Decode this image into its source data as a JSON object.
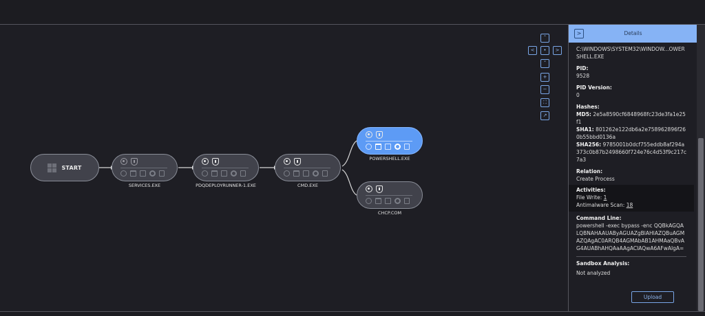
{
  "graph": {
    "start_label": "START",
    "nodes": [
      {
        "id": "services",
        "label": "SERVICES.EXE"
      },
      {
        "id": "pdq",
        "label": "PDQDEPLOYRUNNER-1.EXE"
      },
      {
        "id": "cmd",
        "label": "CMD.EXE"
      },
      {
        "id": "powershell",
        "label": "POWERSHELL.EXE"
      },
      {
        "id": "chcp",
        "label": "CHCP.COM"
      }
    ]
  },
  "controls": {
    "up": "˄",
    "left": "<",
    "center": "•",
    "right": ">",
    "down": "˅",
    "zoom_in": "+",
    "zoom_out": "−",
    "fit": "⛶",
    "expand": "↗"
  },
  "details": {
    "collapse_glyph": ">",
    "title": "Details",
    "path": "C:\\WINDOWS\\SYSTEM32\\WINDOW...OWERSHELL.EXE",
    "pid_label": "PID:",
    "pid": "9528",
    "pid_version_label": "PID Version:",
    "pid_version": "0",
    "hashes_label": "Hashes:",
    "md5_label": "MD5:",
    "md5": "2e5a8590cf6848968fc23de3fa1e25f1",
    "sha1_label": "SHA1:",
    "sha1": "801262e122db6a2e758962896f260b55bbd0136a",
    "sha256_label": "SHA256:",
    "sha256": "9785001b0dcf755eddb8af294a373c0b87b2498660f724e76c4d53f9c217c7a3",
    "relation_label": "Relation:",
    "relation": "Create Process",
    "activities_label": "Activities:",
    "file_write_label": "File Write:",
    "file_write": "1",
    "antimalware_label": "Antimalware Scan:",
    "antimalware": "18",
    "cmdline_label": "Command Line:",
    "cmdline": "powershell -exec bypass -enc QQBkAGQALQBNAHAAUAByAGUAZgBlAHIAZQBuAGMAZQAgAC0ARQB4AGMAbAB1AHMAaQBvAG4AUABhAHQAaAAgACIAQwA6AFwAIgA=",
    "sandbox_label": "Sandbox Analysis:",
    "sandbox_status": "Not analyzed",
    "upload_label": "Upload"
  },
  "colors": {
    "node_bg": "#41424b",
    "selected_node": "#5d9bf5",
    "accent": "#7aa7e8",
    "header": "#86b3f5"
  }
}
